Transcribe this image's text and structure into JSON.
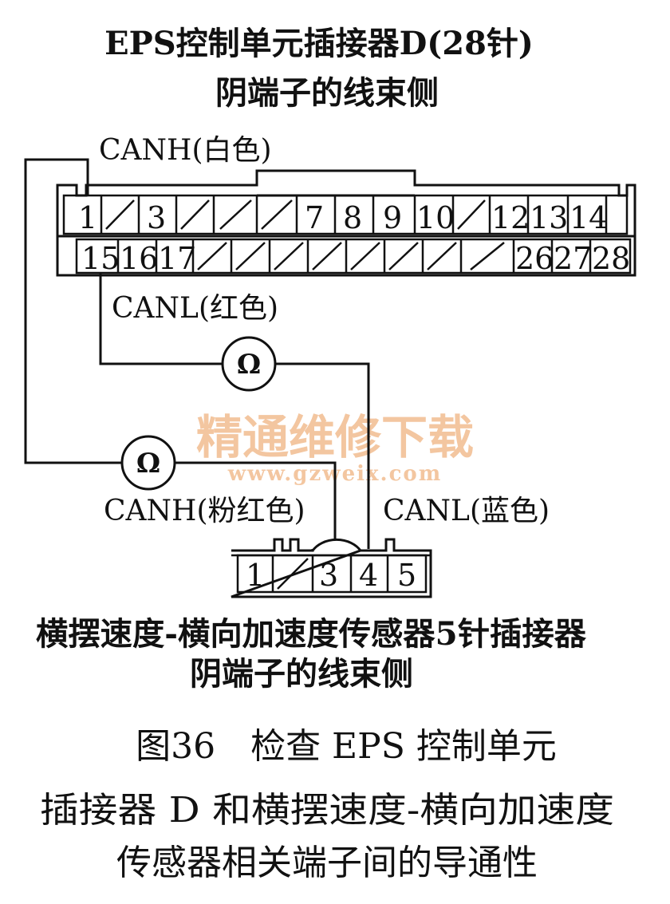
{
  "ecu_connector": {
    "title_line1": "EPS控制单元插接器D(28针)",
    "title_line2": "阴端子的线束侧",
    "top_row_labels": [
      "1",
      "3",
      "7",
      "8",
      "9",
      "10",
      "12",
      "13",
      "14"
    ],
    "bottom_row_labels": [
      "15",
      "16",
      "17",
      "26",
      "27",
      "28"
    ]
  },
  "wires": {
    "canh_white": "CANH(白色)",
    "canl_red": "CANL(红色)",
    "canh_pink": "CANH(粉红色)",
    "canl_blue": "CANL(蓝色)"
  },
  "ohmmeters": [
    {
      "symbol": "Ω",
      "icon": "ohmmeter-icon"
    },
    {
      "symbol": "Ω",
      "icon": "ohmmeter-icon"
    }
  ],
  "sensor_connector": {
    "title_line1": "横摆速度-横向加速度传感器5针插接器",
    "title_line2": "阴端子的线束侧",
    "pin_labels": [
      "1",
      "3",
      "4",
      "5"
    ]
  },
  "watermark": {
    "text": "精通维修下载",
    "url": "www.gzweix.com"
  },
  "caption": {
    "line1": "图36　检查 EPS 控制单元",
    "line2": "插接器 D 和横摆速度-横向加速度",
    "line3": "传感器相关端子间的导通性"
  }
}
